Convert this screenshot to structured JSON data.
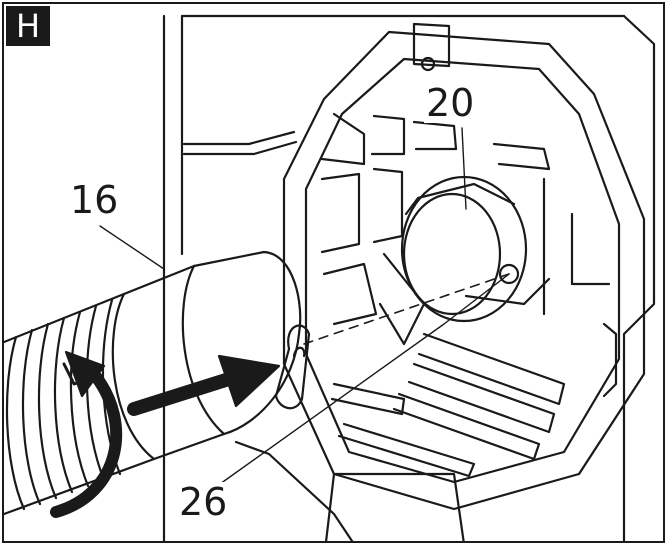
{
  "figure": {
    "badge": "H",
    "callouts": {
      "c20": "20",
      "c16": "16",
      "c26": "26"
    }
  },
  "colors": {
    "ink": "#1a1a1a",
    "paper": "#ffffff"
  }
}
